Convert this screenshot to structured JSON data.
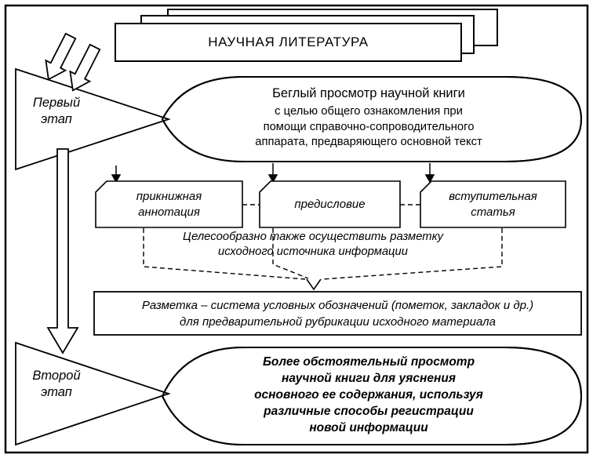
{
  "title": "НАУЧНАЯ ЛИТЕРАТУРА",
  "stage1": {
    "label": "Первый\nэтап",
    "overview_line1": "Беглый просмотр научной книги",
    "overview_rest": "с целью общего ознакомления при\nпомощи справочно-сопроводительного\nаппарата, предваряющего основной текст"
  },
  "sources": [
    {
      "label": "прикнижная\nаннотация"
    },
    {
      "label": "предисловие"
    },
    {
      "label": "вступительная\nстатья"
    }
  ],
  "advice": "Целесообразно также осуществить разметку\nисходного источника информации",
  "markup_definition": "Разметка – система условных обозначений (пометок, закладок и др.)\nдля предварительной рубрикации исходного материала",
  "stage2": {
    "label": "Второй\nэтап",
    "overview": "Более обстоятельный просмотр\nнаучной книги для уяснения\nосновного ее содержания, используя\nразличные способы регистрации\nновой информации"
  },
  "colors": {
    "ink": "#000000",
    "paper": "#ffffff"
  }
}
